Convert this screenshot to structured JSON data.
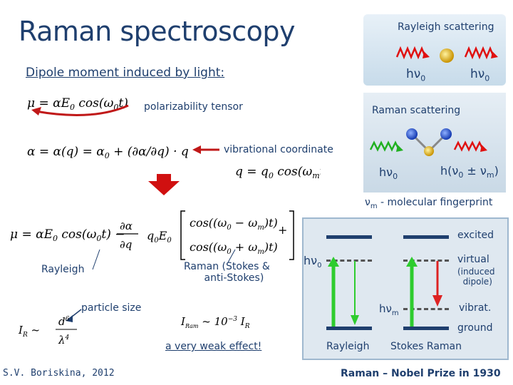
{
  "title": "Raman spectroscopy",
  "subtitle": "Dipole moment induced by light:",
  "labels": {
    "polarizability": "polarizability tensor",
    "vibrational": "vibrational coordinate",
    "rayleigh_left": "Rayleigh",
    "raman_stokes": "Raman (Stokes &",
    "raman_stokes2": "anti-Stokes)",
    "particle_size": "particle size",
    "weak_effect": "a very weak effect!"
  },
  "rayleigh_panel": {
    "title": "Rayleigh scattering",
    "hv_left": "hν",
    "hv_left_sub": "0",
    "hv_right": "hν",
    "hv_right_sub": "0"
  },
  "raman_panel": {
    "title": "Raman scattering",
    "hv_left": "hν",
    "hv_left_sub": "0",
    "hv_right": "h(ν",
    "hv_right_sub": "0",
    "hv_right_rest": " ± ν",
    "hv_right_sub2": "m",
    "hv_right_end": ")"
  },
  "fingerprint": {
    "nu": "ν",
    "sub": "m",
    "text": " - molecular fingerprint"
  },
  "energy_diagram": {
    "excited": "excited",
    "virtual": "virtual",
    "induced1": "(induced",
    "induced2": "dipole)",
    "vibrat": "vibrat.",
    "ground": "ground",
    "hv0": "hν",
    "hv0_sub": "0",
    "hvm": "hν",
    "hvm_sub": "m",
    "rayleigh": "Rayleigh",
    "stokes": "Stokes Raman"
  },
  "footer": {
    "author": "S.V. Boriskina, 2012",
    "nobel": "Raman – Nobel Prize in 1930"
  },
  "colors": {
    "navy": "#1f3f6e",
    "red_arrow": "#d22",
    "green_arrow": "#2ecc2e",
    "wave_red": "#e01010",
    "wave_green": "#20b020",
    "atom_gold": "#f0c000",
    "atom_blue": "#1e50d8"
  }
}
